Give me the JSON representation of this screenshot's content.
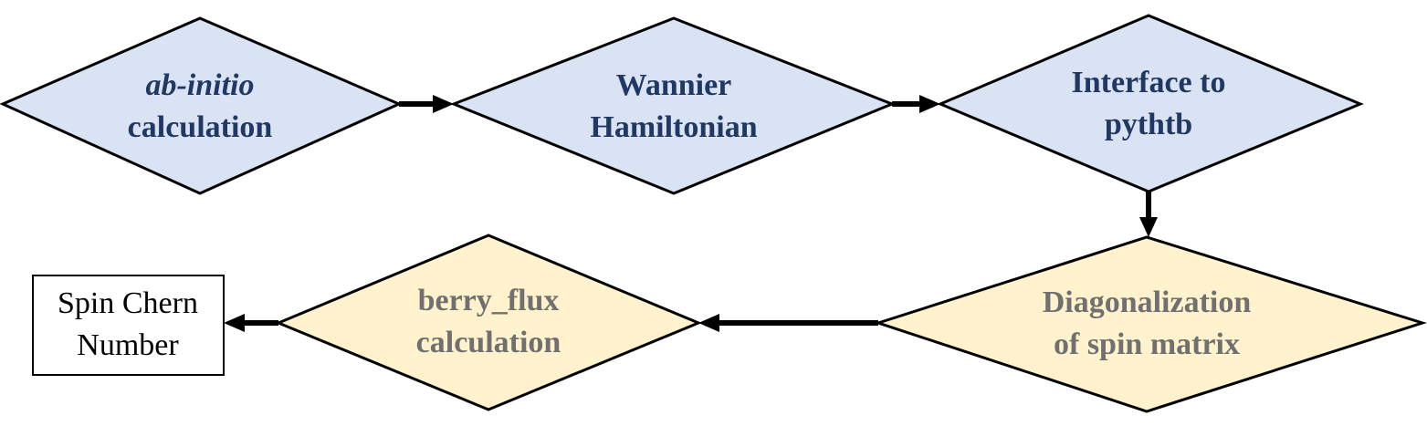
{
  "nodes": {
    "abinitio": {
      "line1": "ab-initio",
      "line2": "calculation"
    },
    "wannier": {
      "line1": "Wannier",
      "line2": "Hamiltonian"
    },
    "interface": {
      "line1": "Interface to",
      "line2": "pythtb"
    },
    "diagonalization": {
      "line1": "Diagonalization",
      "line2": "of spin matrix"
    },
    "berry": {
      "line1": "berry_flux",
      "line2": "calculation"
    },
    "chern": {
      "line1": "Spin Chern",
      "line2": "Number"
    }
  },
  "colors": {
    "blue_fill": "#dae3f3",
    "yellow_fill": "#fff2cc",
    "blue_text": "#1f3864",
    "gray_text": "#707070"
  }
}
